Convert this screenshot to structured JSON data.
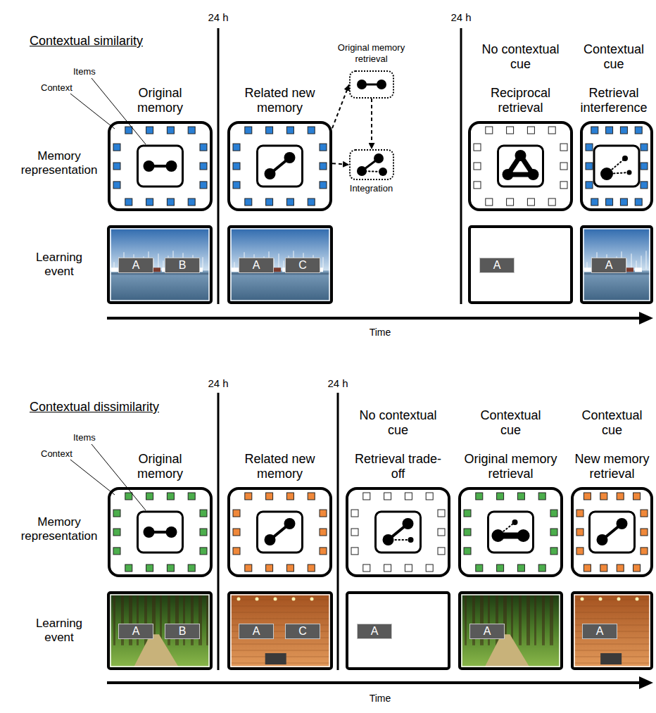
{
  "diagram": {
    "nodes": [
      {
        "text": [
          "Original memory"
        ]
      },
      {
        "text": [
          "Related new memory"
        ]
      },
      {
        "text": [
          "Original memory retrieval"
        ]
      },
      {
        "text": [
          "Integration"
        ]
      },
      {
        "text": [
          "No contextual cue",
          "Reciprocal retrieval"
        ]
      },
      {
        "text": [
          "Contextual cue",
          "Retrieval interference"
        ]
      },
      {
        "text": [
          "A"
        ]
      },
      {
        "text": [
          "B"
        ]
      },
      {
        "text": [
          "A"
        ]
      },
      {
        "text": [
          "C"
        ]
      },
      {
        "text": [
          "A"
        ]
      },
      {
        "text": [
          "A"
        ]
      },
      {
        "text": [
          "Original memory"
        ]
      },
      {
        "text": [
          "Related new memory"
        ]
      },
      {
        "text": [
          "No contextual cue",
          "Retrieval trade-off"
        ]
      },
      {
        "text": [
          "Contextual cue",
          "Original memory retrieval"
        ]
      },
      {
        "text": [
          "Contextual cue",
          "New memory retrieval"
        ]
      },
      {
        "text": [
          "A"
        ]
      },
      {
        "text": [
          "B"
        ]
      },
      {
        "text": [
          "A"
        ]
      },
      {
        "text": [
          "C"
        ]
      },
      {
        "text": [
          "A"
        ]
      },
      {
        "text": [
          "A"
        ]
      },
      {
        "text": [
          "A"
        ]
      }
    ],
    "edges": [
      {
        "from": 1,
        "to": 2,
        "arrow": "to"
      },
      {
        "from": 1,
        "to": 3,
        "arrow": "to"
      },
      {
        "from": 2,
        "to": 3,
        "arrow": "to"
      }
    ],
    "labels": [
      "Contextual similarity",
      "Items",
      "Context",
      "Memory representation",
      "Learning event",
      "24 h",
      "24 h",
      "Time",
      "Contextual dissimilarity",
      "Items",
      "Context",
      "Memory representation",
      "Learning event",
      "24 h",
      "24 h",
      "Time"
    ]
  }
}
